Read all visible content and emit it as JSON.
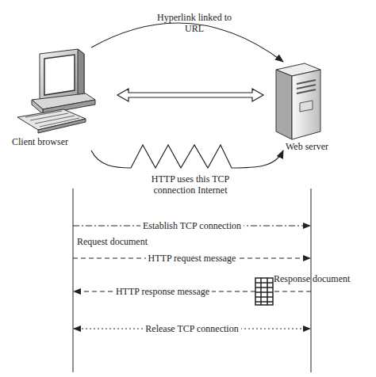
{
  "diagram": {
    "nodes": [
      {
        "text": [
          "Client browser"
        ]
      },
      {
        "text": [
          "Web server"
        ]
      }
    ],
    "edges": [
      {
        "from": 0,
        "to": 1,
        "arrow": "to",
        "label": "Hyperlink linked to URL"
      },
      {
        "from": 0,
        "to": 1,
        "arrow": "both"
      },
      {
        "from": 0,
        "to": 1,
        "arrow": "to",
        "label": "HTTP uses this TCP connection Internet"
      }
    ],
    "labels": [
      "Establish TCP connection",
      "Request document",
      "HTTP request message",
      "HTTP response message",
      "Response document",
      "Release TCP connection"
    ]
  }
}
